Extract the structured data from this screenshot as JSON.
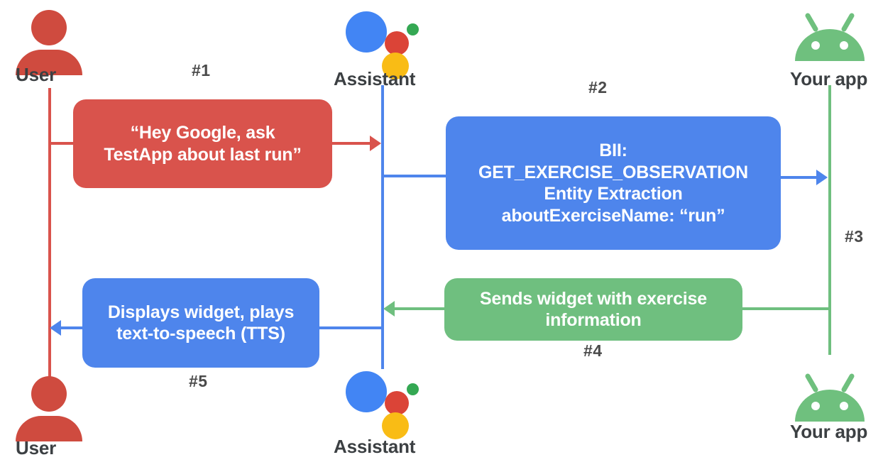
{
  "diagram": {
    "title": "Google Assistant App Actions sequence diagram",
    "colors": {
      "red": "#D9534C",
      "blue": "#4E85EC",
      "green": "#6FBF7F",
      "label_gray": "#3C4043"
    },
    "actors": [
      {
        "id": "user-top",
        "label": "User",
        "icon": "user-icon"
      },
      {
        "id": "assistant-top",
        "label": "Assistant",
        "icon": "google-assistant-icon"
      },
      {
        "id": "app-top",
        "label": "Your app",
        "icon": "android-icon"
      },
      {
        "id": "user-bottom",
        "label": "User",
        "icon": "user-icon"
      },
      {
        "id": "assistant-bottom",
        "label": "Assistant",
        "icon": "google-assistant-icon"
      },
      {
        "id": "app-bottom",
        "label": "Your app",
        "icon": "android-icon"
      }
    ],
    "steps": [
      {
        "number": "#1",
        "color": "red",
        "from": "User",
        "to": "Assistant",
        "lines": [
          "“Hey Google, ask",
          "TestApp about last run”"
        ]
      },
      {
        "number": "#2",
        "color": "blue",
        "from": "Assistant",
        "to": "Your app",
        "lines": [
          "BII:",
          "GET_EXERCISE_OBSERVATION",
          "Entity Extraction",
          "aboutExerciseName: “run”"
        ]
      },
      {
        "number": "#3",
        "color": "green",
        "from": "Your app",
        "to": "Your app",
        "lines": []
      },
      {
        "number": "#4",
        "color": "green",
        "from": "Your app",
        "to": "Assistant",
        "lines": [
          "Sends widget with exercise",
          "information"
        ]
      },
      {
        "number": "#5",
        "color": "blue",
        "from": "Assistant",
        "to": "User",
        "lines": [
          "Displays widget, plays",
          "text-to-speech (TTS)"
        ]
      }
    ],
    "box1_line1": "“Hey Google, ask",
    "box1_line2": "TestApp about last run”",
    "box2_line1": "BII:",
    "box2_line2": "GET_EXERCISE_OBSERVATION",
    "box2_line3": "Entity Extraction",
    "box2_line4": "aboutExerciseName: “run”",
    "box3_line1": "Sends widget with exercise",
    "box3_line2": "information",
    "box4_line1": "Displays widget, plays",
    "box4_line2": "text-to-speech (TTS)",
    "step1": "#1",
    "step2": "#2",
    "step3": "#3",
    "step4": "#4",
    "step5": "#5",
    "label_user_top": "User",
    "label_assistant_top": "Assistant",
    "label_app_top": "Your app",
    "label_user_bottom": "User",
    "label_assistant_bottom": "Assistant",
    "label_app_bottom": "Your app"
  }
}
